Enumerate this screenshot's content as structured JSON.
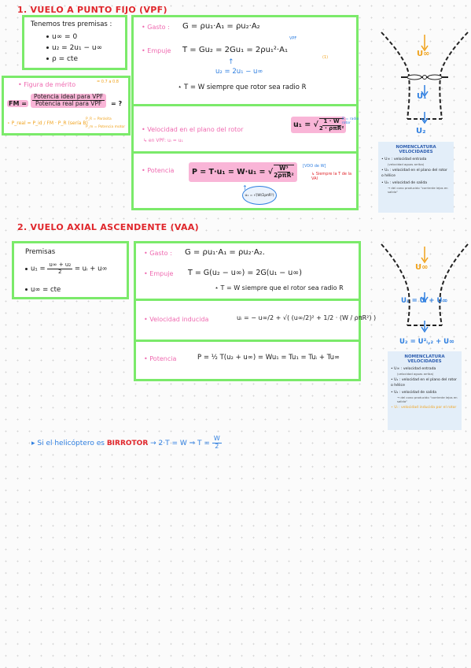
{
  "s1": {
    "title": "1. VUELO A PUNTO FIJO (VPF)",
    "premisas": {
      "title": "Tenemos tres premisas :",
      "items": [
        "u∞ = 0",
        "u₂ = 2u₁ − u∞",
        "ρ = cte"
      ]
    },
    "merito": {
      "label": "• Figura de mérito",
      "note": "= 0.7 a 0.8",
      "fm_lhs": "FM =",
      "fm_num": "Potencia ideal para VPF",
      "fm_den": "Potencia real para VPF",
      "fm_rhs": "= ?",
      "preal_line": "⋆ P_real = P_id / FM · P_R (sería B)",
      "preal_note1": "P_R = Parásita",
      "preal_note2": "P_m = Potencia motor"
    },
    "gasto": {
      "label": "• Gasto :",
      "eq": "G = ρu₁·A₁ = ρu₂·A₂"
    },
    "empuje": {
      "label": "• Empuje",
      "eq": "T = Gu₂ = 2Gu₁ = 2ρu₁²·A₁",
      "note1": "VPF",
      "note2": "(1)",
      "sub": "u₂ = 2u₁ − u∞",
      "star": "⋆ T = W siempre que rotor sea radio R"
    },
    "velocidad": {
      "label": "• Velocidad en el plano del rotor",
      "sub": "↳ en VPF: uᵢ = u₁",
      "eq_lhs": "u₁ =",
      "eq_num": "1 · W",
      "eq_den": "2 · ρπR²",
      "note": "R = radio rotor"
    },
    "potencia": {
      "label": "• Potencia",
      "eq": "P = T·u₁ = W·u₁ =",
      "sqrt_num": "W³",
      "sqrt_den": "2ρπR²",
      "note1": "[VDO de W]",
      "note2": "↳ Siempre la T de la VAI",
      "bubble": "u₁ = √(W/2ρπR²)"
    },
    "funnel": {
      "top": "U∞",
      "mid": "U₁",
      "bottom": "U₂"
    },
    "nomen": {
      "title": "NOMENCLATURA VELOCIDADES",
      "rows": [
        {
          "main": "• U∞ : velocidad entrada",
          "sub": "(velocidad aguas arriba)"
        },
        {
          "main": "• U₁ : velocidad en el plano del rotor o hélice",
          "sub": ""
        },
        {
          "main": "• U₂ : velocidad de salida",
          "sub": "→ del cono producido \"corriente lejos en salida\""
        }
      ]
    }
  },
  "s2": {
    "title": "2. VUELO AXIAL ASCENDENTE (VAA)",
    "premisas": {
      "title": "Premisas",
      "item1_lhs": "u₁ =",
      "item1_num": "u∞ + u₂",
      "item1_den": "2",
      "item1_rhs": "= uᵢ + u∞",
      "item2": "u∞ = cte"
    },
    "gasto": {
      "label": "• Gasto :",
      "eq": "G = ρu₁·A₁ = ρu₂·A₂."
    },
    "empuje": {
      "label": "• Empuje",
      "eq": "T = G(u₂ − u∞) = 2G(u₁ − u∞)",
      "star": "⋆ T = W siempre que el rotor sea radio R"
    },
    "inducida": {
      "label": "• Velocidad inducida",
      "eq": "uᵢ = − u∞/2 + √( (u∞/2)² + 1/2 · (W / ρπR²) )"
    },
    "potencia": {
      "label": "• Potencia",
      "eq": "P = ½ T(u₂ + u∞) = Wu₁ = Tu₁ = Tuᵢ + Tu∞"
    },
    "funnel": {
      "top": "U∞",
      "mid": "U₁ = Uᵢ + U∞",
      "bottom": "U₂ = U²ᵢ,₂ + U∞"
    },
    "nomen": {
      "title": "NOMENCLATURA VELOCIDADES",
      "rows": [
        {
          "main": "• U∞ : velocidad entrada",
          "sub": "(velocidad aguas arriba)"
        },
        {
          "main": "• U₁ : velocidad en el plano del rotor o hélice",
          "sub": ""
        },
        {
          "main": "• U₂ : velocidad de salida",
          "sub": "→ del cono producido \"corriente lejos en salida\""
        },
        {
          "main": "⋆ Uᵢ : velocidad inducida por el rotor",
          "sub": ""
        }
      ]
    }
  },
  "footer": {
    "prefix": "▸ Si el helicóptero es",
    "keyword": "BIRROTOR",
    "eq": "→ 2·T = W ⇒ T =",
    "num": "W",
    "den": "2"
  },
  "colors": {
    "green": "#7bea6a",
    "pink": "#ef6ab0",
    "highlight": "#f9b5d7",
    "red": "#e0262b",
    "orange": "#f0a21b",
    "blue": "#2f7fe0"
  }
}
